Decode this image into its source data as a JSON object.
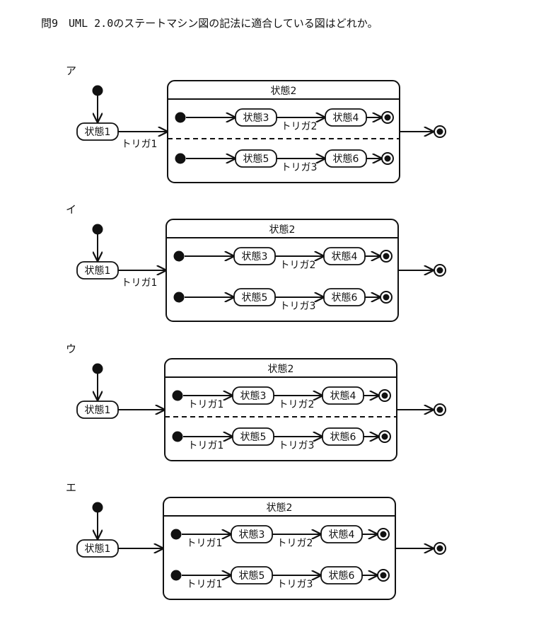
{
  "question": "問9　UML 2.0のステートマシン図の記法に適合している図はどれか。",
  "options": [
    {
      "label": "ア",
      "composite_state": "状態2",
      "outer_state": "状態1",
      "outer_trigger": "トリガ1",
      "region_separator": "dashed",
      "entry_triggers_inside": false,
      "regions": [
        {
          "from_state": "状態3",
          "to_state": "状態4",
          "entry_trigger": "",
          "trigger": "トリガ2"
        },
        {
          "from_state": "状態5",
          "to_state": "状態6",
          "entry_trigger": "",
          "trigger": "トリガ3"
        }
      ]
    },
    {
      "label": "イ",
      "composite_state": "状態2",
      "outer_state": "状態1",
      "outer_trigger": "トリガ1",
      "region_separator": "none",
      "entry_triggers_inside": false,
      "regions": [
        {
          "from_state": "状態3",
          "to_state": "状態4",
          "entry_trigger": "",
          "trigger": "トリガ2"
        },
        {
          "from_state": "状態5",
          "to_state": "状態6",
          "entry_trigger": "",
          "trigger": "トリガ3"
        }
      ]
    },
    {
      "label": "ウ",
      "composite_state": "状態2",
      "outer_state": "状態1",
      "outer_trigger": "",
      "region_separator": "dashed",
      "entry_triggers_inside": true,
      "regions": [
        {
          "from_state": "状態3",
          "to_state": "状態4",
          "entry_trigger": "トリガ1",
          "trigger": "トリガ2"
        },
        {
          "from_state": "状態5",
          "to_state": "状態6",
          "entry_trigger": "トリガ1",
          "trigger": "トリガ3"
        }
      ]
    },
    {
      "label": "エ",
      "composite_state": "状態2",
      "outer_state": "状態1",
      "outer_trigger": "",
      "region_separator": "none",
      "entry_triggers_inside": true,
      "regions": [
        {
          "from_state": "状態3",
          "to_state": "状態4",
          "entry_trigger": "トリガ1",
          "trigger": "トリガ2"
        },
        {
          "from_state": "状態5",
          "to_state": "状態6",
          "entry_trigger": "トリガ1",
          "trigger": "トリガ3"
        }
      ]
    }
  ]
}
